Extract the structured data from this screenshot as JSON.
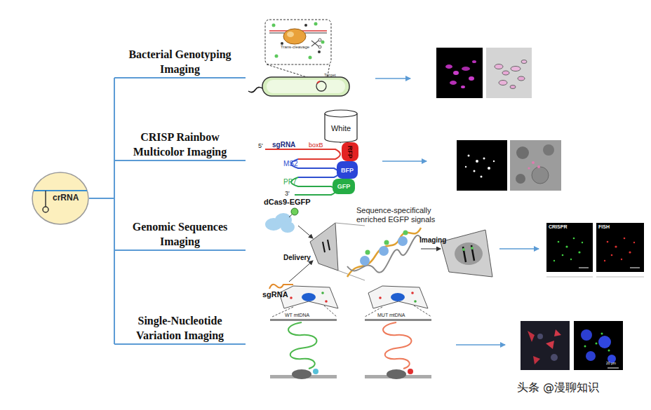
{
  "diagram": {
    "nodes": [
      {
        "text": [
          "crRNA"
        ]
      },
      {
        "text": [
          "Bacterial Genotyping Imaging"
        ]
      },
      {
        "text": [
          "CRISP Rainbow Multicolor Imaging"
        ]
      },
      {
        "text": [
          "White"
        ]
      },
      {
        "text": [
          "RFP"
        ]
      },
      {
        "text": [
          "BFP"
        ]
      },
      {
        "text": [
          "GFP"
        ]
      },
      {
        "text": [
          "Genomic Sequences Imaging"
        ]
      },
      {
        "text": [
          "CRISPR"
        ]
      },
      {
        "text": [
          "FISH"
        ]
      },
      {
        "text": [
          "Single-Nucleotide Variation Imaging"
        ]
      }
    ],
    "edges": [
      {
        "from": 0,
        "to": 1,
        "arrow": "none"
      },
      {
        "from": 0,
        "to": 2,
        "arrow": "none"
      },
      {
        "from": 0,
        "to": 7,
        "arrow": "none"
      },
      {
        "from": 0,
        "to": 10,
        "arrow": "none"
      }
    ],
    "labels": [
      "Trans-cleavage",
      "Target",
      "5'",
      "sgRNA",
      "boxB",
      "MS2",
      "PP7",
      "3'",
      "dCas9-EGFP",
      "Delivery",
      "Sequence-specifically enriched EGFP signals",
      "Imaging",
      "sgRNA",
      "WT mtDNA",
      "MUT mtDNA",
      "20 μm",
      "头条 @漫聊知识"
    ]
  }
}
